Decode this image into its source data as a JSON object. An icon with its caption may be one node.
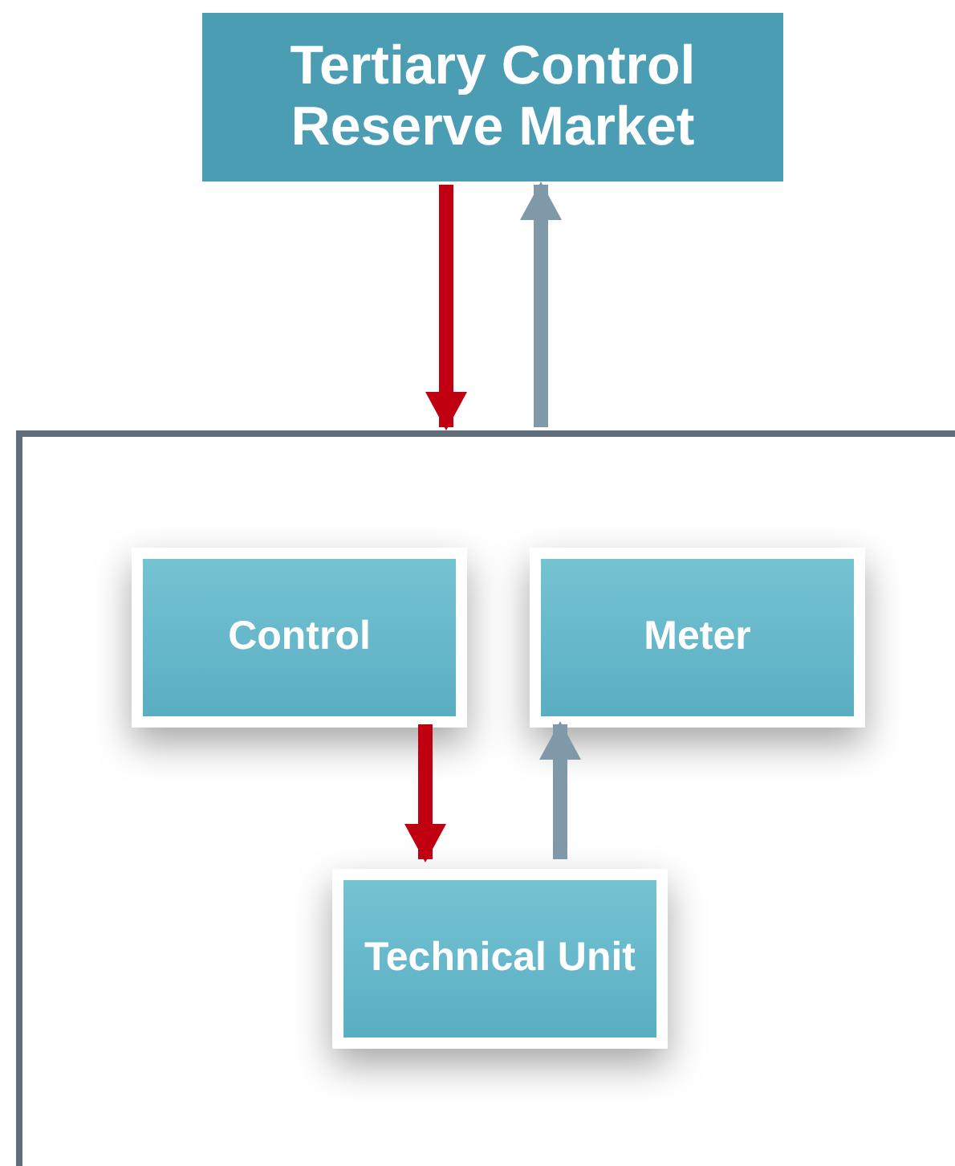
{
  "diagram": {
    "nodes": [
      {
        "text": [
          "Tertiary Control Reserve Market"
        ]
      },
      {
        "text": [],
        "shape": "box"
      },
      {
        "text": [
          "Control"
        ],
        "in": 1
      },
      {
        "text": [
          "Meter"
        ],
        "in": 1
      },
      {
        "text": [
          "Technical Unit"
        ],
        "in": 1
      }
    ],
    "edges": [
      {
        "from": 0,
        "to": 1,
        "arrow": "to",
        "color": "#c00010"
      },
      {
        "from": 1,
        "to": 0,
        "arrow": "to",
        "color": "#8099a8"
      },
      {
        "from": 2,
        "to": 4,
        "arrow": "to",
        "color": "#c00010"
      },
      {
        "from": 4,
        "to": 3,
        "arrow": "to",
        "color": "#8099a8"
      }
    ]
  }
}
